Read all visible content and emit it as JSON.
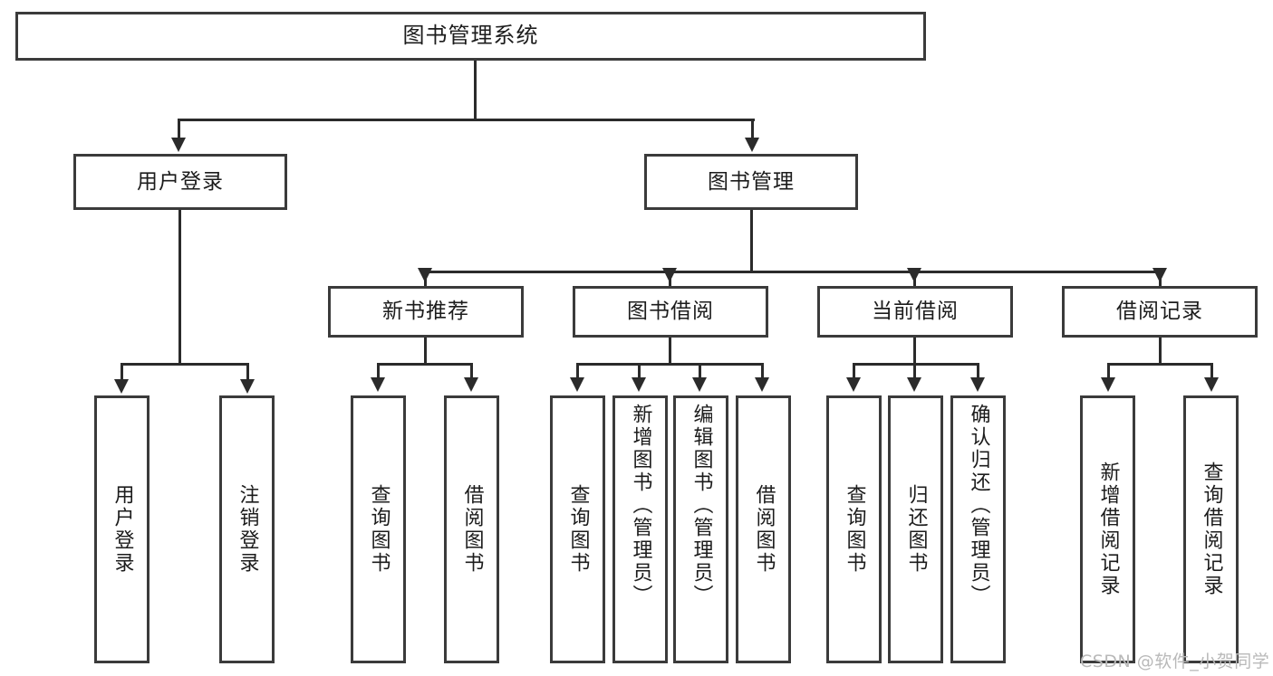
{
  "diagram": {
    "title": "图书管理系统",
    "watermark": "CSDN @软件_小贺同学",
    "root": {
      "label": "图书管理系统"
    },
    "level2": [
      {
        "label": "用户登录"
      },
      {
        "label": "图书管理"
      }
    ],
    "level3": [
      {
        "label": "新书推荐"
      },
      {
        "label": "图书借阅"
      },
      {
        "label": "当前借阅"
      },
      {
        "label": "借阅记录"
      }
    ],
    "leaves": {
      "user_login": [
        {
          "label": "用户登录"
        },
        {
          "label": "注销登录"
        }
      ],
      "new_book_recommend": [
        {
          "label": "查询图书"
        },
        {
          "label": "借阅图书"
        }
      ],
      "book_borrow": [
        {
          "label": "查询图书"
        },
        {
          "label": "新增图书（管理员）"
        },
        {
          "label": "编辑图书（管理员）"
        },
        {
          "label": "借阅图书"
        }
      ],
      "current_borrow": [
        {
          "label": "查询图书"
        },
        {
          "label": "归还图书"
        },
        {
          "label": "确认归还（管理员）"
        }
      ],
      "borrow_record": [
        {
          "label": "新增借阅记录"
        },
        {
          "label": "查询借阅记录"
        }
      ]
    },
    "colors": {
      "box_border": "#3b3b3b",
      "connector": "#2b2b2b",
      "text": "#1c1c1c",
      "background": "#ffffff",
      "watermark": "#b9b9b9"
    }
  }
}
